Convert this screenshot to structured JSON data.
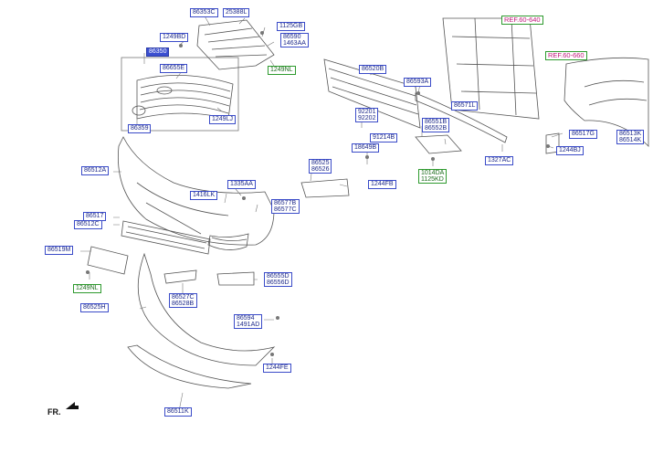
{
  "labels": {
    "p86353C": "86353C",
    "p25388L": "25388L",
    "p1125GB": "1125GB",
    "p86590": "86590",
    "p1463AA": "1463AA",
    "p1249BD": "1249BD",
    "p86350": "86350",
    "p86655E": "86655E",
    "p1249NL_top": "1249NL",
    "p1249LJ": "1249LJ",
    "p86359": "86359",
    "ref_60_640": "REF.60-640",
    "ref_60_660": "REF.60-660",
    "p86520B": "86520B",
    "p86593A": "86593A",
    "p86571L": "86571L",
    "p92201": "92201",
    "p92202": "92202",
    "p86551B": "86551B",
    "p86552B": "86552B",
    "p91214B": "91214B",
    "p18649B": "18649B",
    "p86517G": "86517G",
    "p86513K": "86513K",
    "p86514K": "86514K",
    "p1244BJ": "1244BJ",
    "p1327AC": "1327AC",
    "p86525": "86525",
    "p86526": "86526",
    "p1014DA": "1014DA",
    "p1125KD": "1125KD",
    "p1244FB": "1244FB",
    "p86512A": "86512A",
    "p1335AA": "1335AA",
    "p1416LK": "1416LK",
    "p86577B": "86577B",
    "p86577C": "86577C",
    "p86517": "86517",
    "p86512C": "86512C",
    "p86519M": "86519M",
    "p1249NL_bottom": "1249NL",
    "p86555D": "86555D",
    "p86556D": "86556D",
    "p86527C": "86527C",
    "p86528B": "86528B",
    "p86525H": "86525H",
    "p86594": "86594",
    "p1491AD": "1491AD",
    "p1244FE": "1244FE",
    "p86511K": "86511K"
  },
  "orientation": "FR.",
  "colors": {
    "label_text": "#1e2a8a",
    "label_border": "#3a4bc8",
    "green_label": "#1a6b1a",
    "ref_text": "#c0187a",
    "selected_fill": "#3b4fd0",
    "line": "#555555"
  }
}
